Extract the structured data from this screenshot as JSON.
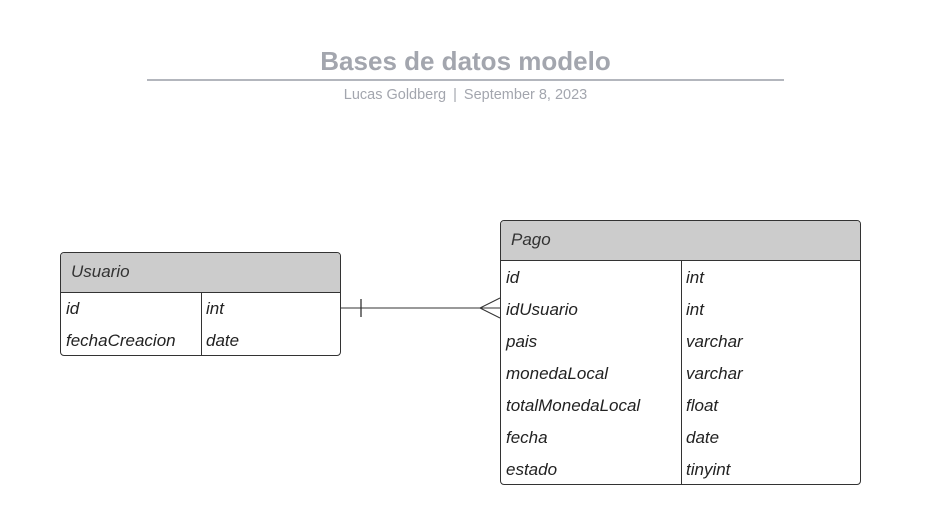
{
  "header": {
    "title": "Bases de datos modelo",
    "author": "Lucas Goldberg",
    "separator": "|",
    "date": "September 8, 2023"
  },
  "entities": {
    "usuario": {
      "name": "Usuario",
      "fields": [
        {
          "name": "id",
          "type": "int"
        },
        {
          "name": "fechaCreacion",
          "type": "date"
        }
      ]
    },
    "pago": {
      "name": "Pago",
      "fields": [
        {
          "name": "id",
          "type": "int"
        },
        {
          "name": "idUsuario",
          "type": "int"
        },
        {
          "name": "pais",
          "type": "varchar"
        },
        {
          "name": "monedaLocal",
          "type": "varchar"
        },
        {
          "name": "totalMonedaLocal",
          "type": "float"
        },
        {
          "name": "fecha",
          "type": "date"
        },
        {
          "name": "estado",
          "type": "tinyint"
        }
      ]
    }
  },
  "relationships": [
    {
      "from": "Usuario",
      "to": "Pago",
      "from_cardinality": "one",
      "to_cardinality": "many"
    }
  ],
  "colors": {
    "title": "#a3a6ae",
    "header_fill": "#cccccc",
    "border": "#333333"
  }
}
